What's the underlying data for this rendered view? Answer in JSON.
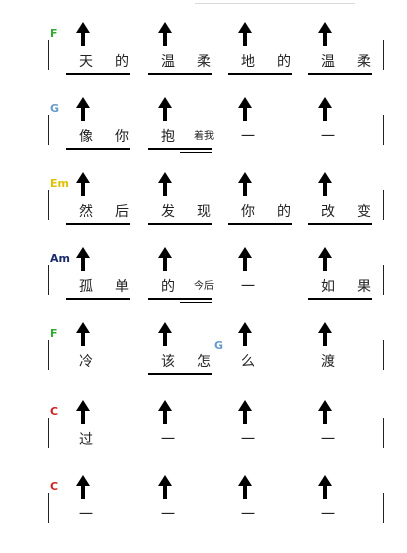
{
  "rows": [
    {
      "chord": "F",
      "chord_color": "#33aa33",
      "start_bar": true,
      "end_bar": true,
      "beats": [
        {
          "lyrics": [
            "天",
            "的"
          ],
          "underline": true,
          "double": false
        },
        {
          "lyrics": [
            "温",
            "柔"
          ],
          "underline": true,
          "double": false
        },
        {
          "lyrics": [
            "地",
            "的"
          ],
          "underline": true,
          "double": false
        },
        {
          "lyrics": [
            "温",
            "柔"
          ],
          "underline": true,
          "double": false
        }
      ]
    },
    {
      "chord": "G",
      "chord_color": "#6699cc",
      "start_bar": true,
      "end_bar": true,
      "beats": [
        {
          "lyrics": [
            "像",
            "你"
          ],
          "underline": true,
          "double": false
        },
        {
          "lyrics": [
            "抱",
            "着我"
          ],
          "underline": true,
          "double": true
        },
        {
          "lyrics": [
            "一"
          ],
          "underline": false,
          "double": false
        },
        {
          "lyrics": [
            "一"
          ],
          "underline": false,
          "double": false
        }
      ]
    },
    {
      "chord": "Em",
      "chord_color": "#e0c000",
      "start_bar": true,
      "end_bar": true,
      "beats": [
        {
          "lyrics": [
            "然",
            "后"
          ],
          "underline": true,
          "double": false
        },
        {
          "lyrics": [
            "发",
            "现"
          ],
          "underline": true,
          "double": false
        },
        {
          "lyrics": [
            "你",
            "的"
          ],
          "underline": true,
          "double": false
        },
        {
          "lyrics": [
            "改",
            "变"
          ],
          "underline": true,
          "double": false
        }
      ]
    },
    {
      "chord": "Am",
      "chord_color": "#1a2a6b",
      "start_bar": true,
      "end_bar": true,
      "beats": [
        {
          "lyrics": [
            "孤",
            "单"
          ],
          "underline": true,
          "double": false
        },
        {
          "lyrics": [
            "的",
            "今后"
          ],
          "underline": true,
          "double": true
        },
        {
          "lyrics": [
            "一"
          ],
          "underline": false,
          "double": false
        },
        {
          "lyrics": [
            "如",
            "果"
          ],
          "underline": true,
          "double": false
        }
      ]
    },
    {
      "chord": "F",
      "chord_color": "#33aa33",
      "start_bar": true,
      "end_bar": true,
      "beats": [
        {
          "lyrics": [
            "冷"
          ],
          "underline": false,
          "double": false
        },
        {
          "lyrics": [
            "该",
            "怎"
          ],
          "underline": true,
          "double": false
        },
        {
          "lyrics": [
            "么"
          ],
          "underline": false,
          "double": false,
          "chord": "G",
          "chord_color": "#6699cc"
        },
        {
          "lyrics": [
            "渡"
          ],
          "underline": false,
          "double": false
        }
      ]
    },
    {
      "chord": "C",
      "chord_color": "#cc2222",
      "start_bar": true,
      "end_bar": true,
      "beats": [
        {
          "lyrics": [
            "过"
          ],
          "underline": false,
          "double": false
        },
        {
          "lyrics": [
            "一"
          ],
          "underline": false,
          "double": false
        },
        {
          "lyrics": [
            "一"
          ],
          "underline": false,
          "double": false
        },
        {
          "lyrics": [
            "一"
          ],
          "underline": false,
          "double": false
        }
      ]
    },
    {
      "chord": "C",
      "chord_color": "#cc2222",
      "start_bar": true,
      "end_bar": true,
      "beats": [
        {
          "lyrics": [
            "一"
          ],
          "underline": false,
          "double": false
        },
        {
          "lyrics": [
            "一"
          ],
          "underline": false,
          "double": false
        },
        {
          "lyrics": [
            "一"
          ],
          "underline": false,
          "double": false
        },
        {
          "lyrics": [
            "一"
          ],
          "underline": false,
          "double": false
        }
      ]
    }
  ]
}
